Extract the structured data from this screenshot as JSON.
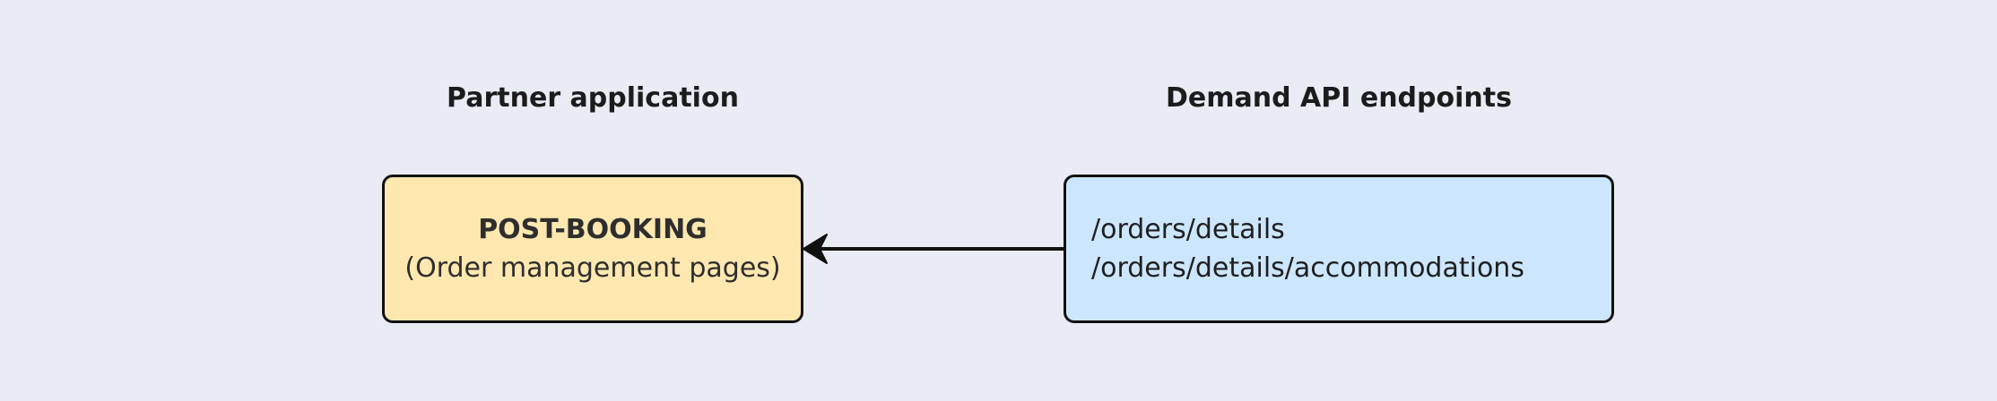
{
  "columns": {
    "left_heading": "Partner application",
    "right_heading": "Demand API endpoints"
  },
  "left_box": {
    "title": "POST-BOOKING",
    "subtitle": "(Order management pages)"
  },
  "right_box": {
    "endpoints": [
      "/orders/details",
      "/orders/details/accommodations"
    ]
  },
  "colors": {
    "background": "#e9ecf4",
    "left_box_fill": "#fee8b0",
    "right_box_fill": "#cce6fe",
    "stroke": "#111111"
  }
}
